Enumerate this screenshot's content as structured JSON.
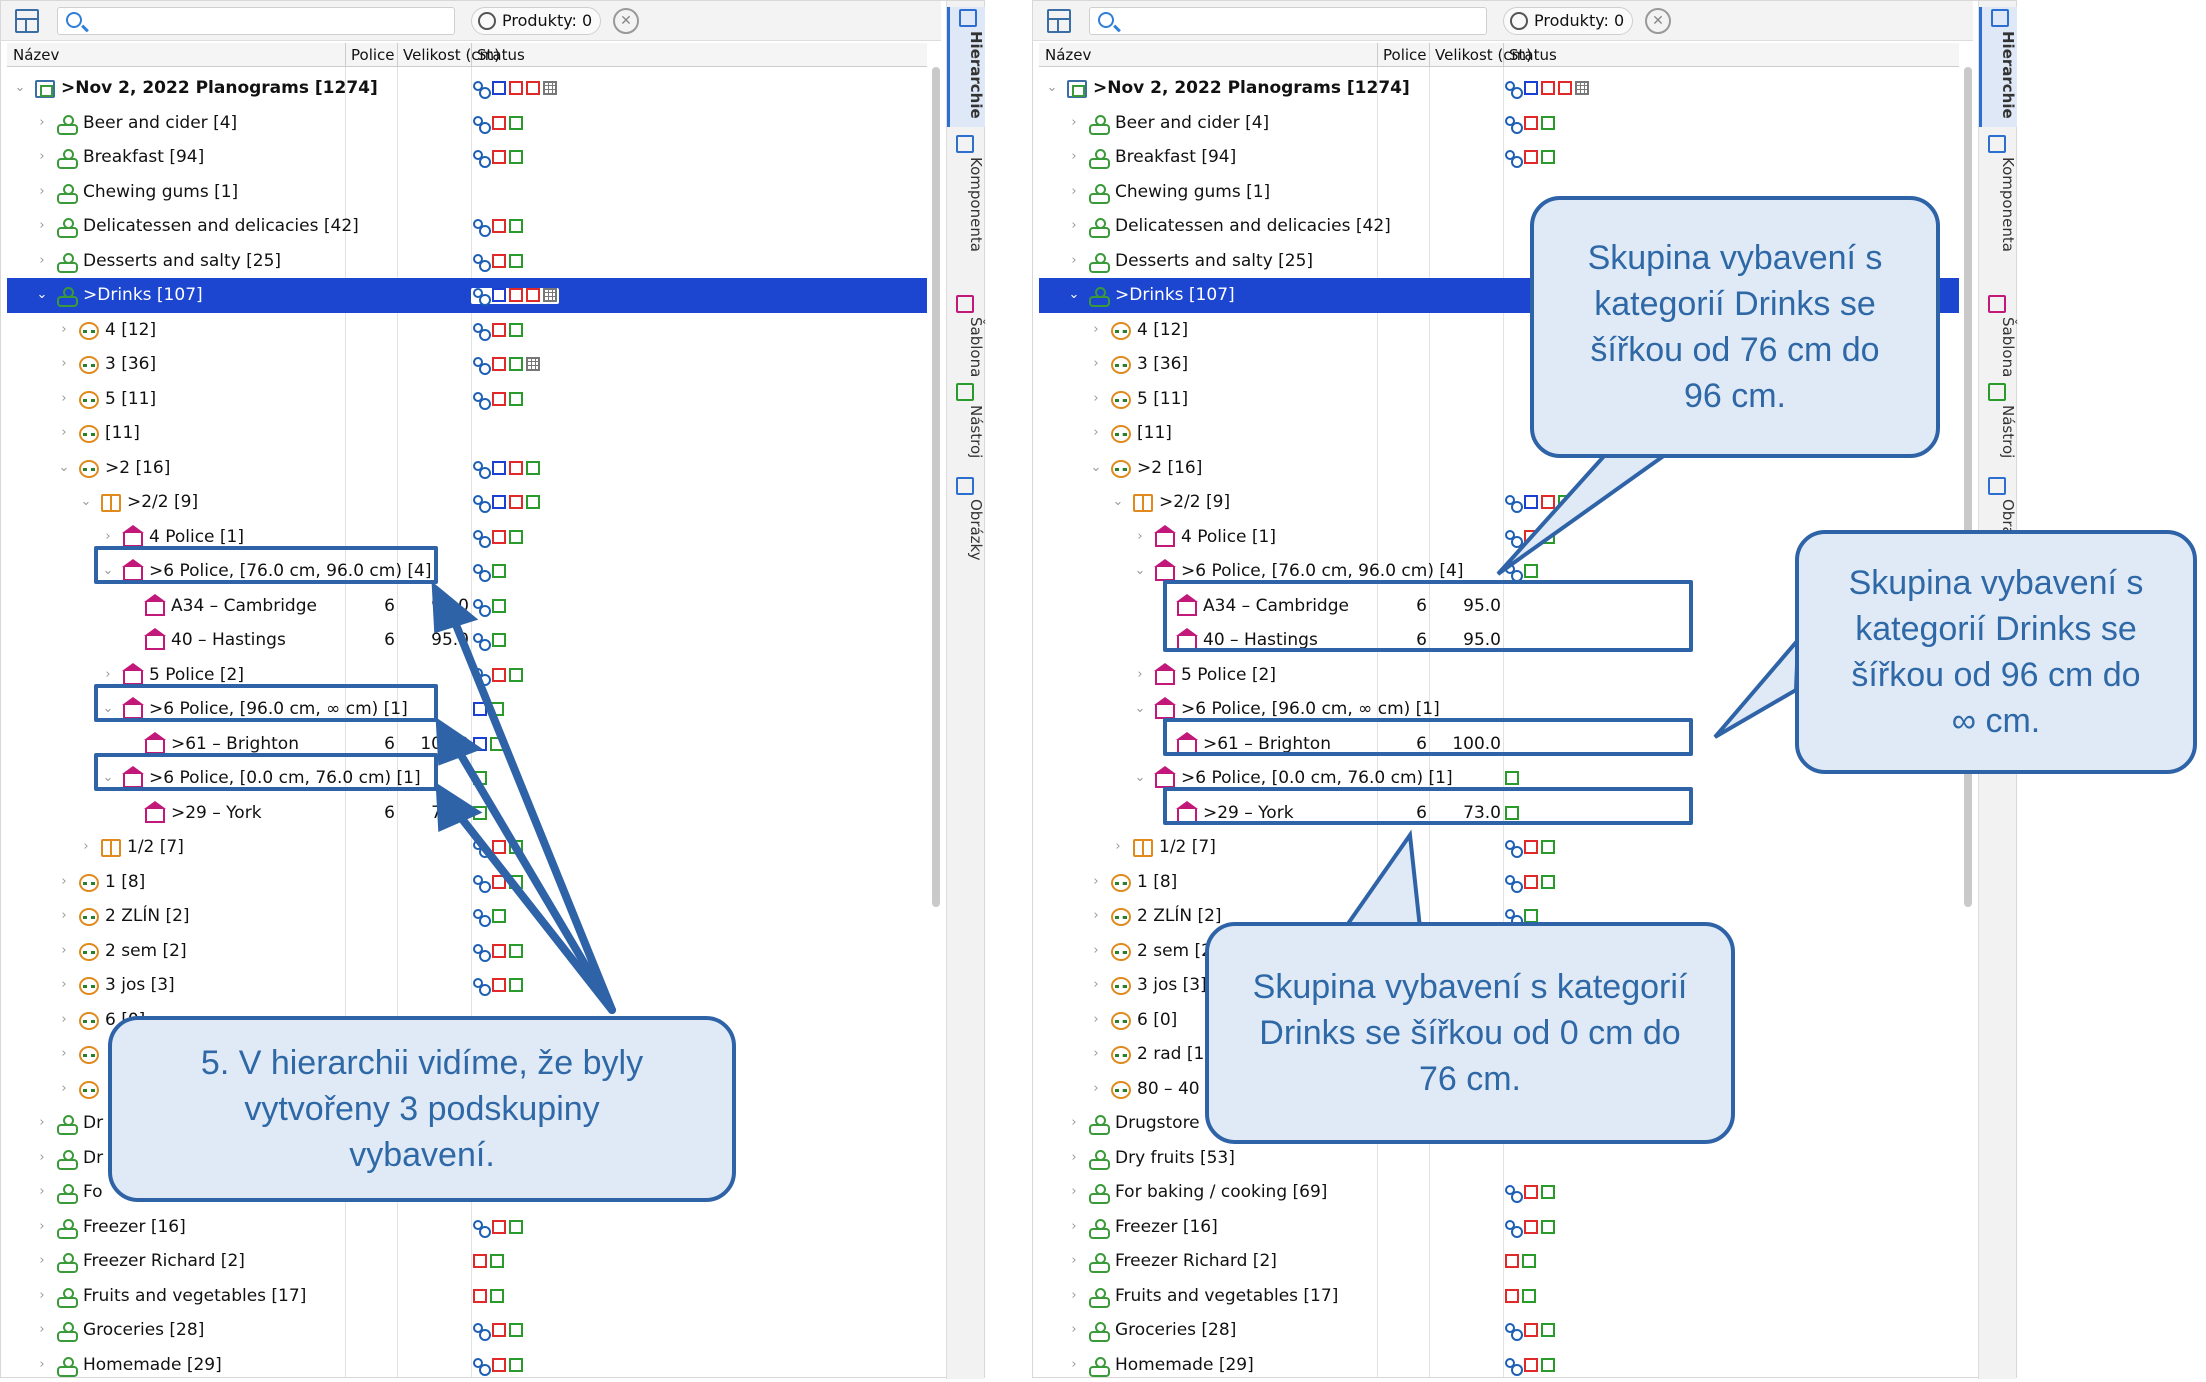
{
  "toolbar": {
    "products_label": "Produkty: 0"
  },
  "columns": {
    "name": "Název",
    "police": "Police",
    "velikost": "Velikost (cm)",
    "status": "Status"
  },
  "sidetabs": [
    "Hierarchie",
    "Komponenta",
    "Šablona",
    "Nástroj",
    "Obrázky"
  ],
  "panel1_rows": [
    {
      "d": 0,
      "exp": "v",
      "icon": "root",
      "label": ">Nov 2, 2022 Planograms [1274]",
      "st": [
        "link",
        "b",
        "r",
        "r",
        "t"
      ],
      "bold": true
    },
    {
      "d": 1,
      "exp": ">",
      "icon": "cat",
      "label": "Beer and cider [4]",
      "st": [
        "link",
        "r",
        "g"
      ]
    },
    {
      "d": 1,
      "exp": ">",
      "icon": "cat",
      "label": "Breakfast [94]",
      "st": [
        "link",
        "r",
        "g"
      ]
    },
    {
      "d": 1,
      "exp": ">",
      "icon": "cat",
      "label": "Chewing gums [1]",
      "st": []
    },
    {
      "d": 1,
      "exp": ">",
      "icon": "cat",
      "label": "Delicatessen and delicacies [42]",
      "st": [
        "link",
        "r",
        "g"
      ]
    },
    {
      "d": 1,
      "exp": ">",
      "icon": "cat",
      "label": "Desserts and salty [25]",
      "st": [
        "link",
        "r",
        "g"
      ]
    },
    {
      "d": 1,
      "exp": "v",
      "icon": "cat",
      "label": ">Drinks [107]",
      "st": [
        "link",
        "b",
        "r",
        "r",
        "t"
      ],
      "sel": true
    },
    {
      "d": 2,
      "exp": ">",
      "icon": "shelf",
      "label": "4 [12]",
      "st": [
        "link",
        "r",
        "g"
      ]
    },
    {
      "d": 2,
      "exp": ">",
      "icon": "shelf",
      "label": "3 [36]",
      "st": [
        "link",
        "r",
        "g",
        "t"
      ]
    },
    {
      "d": 2,
      "exp": ">",
      "icon": "shelf",
      "label": "5 [11]",
      "st": [
        "link",
        "r",
        "g"
      ]
    },
    {
      "d": 2,
      "exp": ">",
      "icon": "shelf",
      "label": " [11]",
      "st": []
    },
    {
      "d": 2,
      "exp": "v",
      "icon": "shelf",
      "label": ">2 [16]",
      "st": [
        "link",
        "b",
        "r",
        "g"
      ]
    },
    {
      "d": 3,
      "exp": "v",
      "icon": "grp",
      "label": ">2/2 [9]",
      "st": [
        "link",
        "b",
        "r",
        "g"
      ]
    },
    {
      "d": 4,
      "exp": ">",
      "icon": "house",
      "label": "4 Police [1]",
      "st": [
        "link",
        "r",
        "g"
      ]
    },
    {
      "d": 4,
      "exp": "v",
      "icon": "house",
      "label": ">6 Police, [76.0 cm, 96.0 cm) [4]",
      "st": [
        "link",
        "g"
      ]
    },
    {
      "d": 5,
      "exp": "",
      "icon": "house",
      "label": "A34 – Cambridge",
      "pol": "6",
      "vel": "95.0",
      "st": [
        "link",
        "g"
      ]
    },
    {
      "d": 5,
      "exp": "",
      "icon": "house",
      "label": "40 – Hastings",
      "pol": "6",
      "vel": "95.0",
      "st": [
        "link",
        "g"
      ]
    },
    {
      "d": 4,
      "exp": ">",
      "icon": "house",
      "label": "5 Police [2]",
      "st": [
        "link",
        "r",
        "g"
      ]
    },
    {
      "d": 4,
      "exp": "v",
      "icon": "house",
      "label": ">6 Police, [96.0 cm, ∞ cm) [1]",
      "st": [
        "b",
        "g"
      ]
    },
    {
      "d": 5,
      "exp": "",
      "icon": "house",
      "label": ">61 – Brighton",
      "pol": "6",
      "vel": "100.0",
      "st": [
        "b",
        "g"
      ]
    },
    {
      "d": 4,
      "exp": "v",
      "icon": "house",
      "label": ">6 Police, [0.0 cm, 76.0 cm) [1]",
      "st": [
        "g"
      ]
    },
    {
      "d": 5,
      "exp": "",
      "icon": "house",
      "label": ">29 – York",
      "pol": "6",
      "vel": "73.0",
      "st": [
        "g"
      ]
    },
    {
      "d": 3,
      "exp": ">",
      "icon": "grp",
      "label": "1/2 [7]",
      "st": [
        "link",
        "r",
        "g"
      ]
    },
    {
      "d": 2,
      "exp": ">",
      "icon": "shelf",
      "label": "1 [8]",
      "st": [
        "link",
        "r",
        "g"
      ]
    },
    {
      "d": 2,
      "exp": ">",
      "icon": "shelf",
      "label": "2 ZLÍN [2]",
      "st": [
        "link",
        "g"
      ]
    },
    {
      "d": 2,
      "exp": ">",
      "icon": "shelf",
      "label": "2 sem [2]",
      "st": [
        "link",
        "r",
        "g"
      ]
    },
    {
      "d": 2,
      "exp": ">",
      "icon": "shelf",
      "label": "3 jos [3]",
      "st": [
        "link",
        "r",
        "g"
      ]
    },
    {
      "d": 2,
      "exp": ">",
      "icon": "shelf",
      "label": "6 [0]",
      "st": []
    },
    {
      "d": 2,
      "exp": ">",
      "icon": "shelf",
      "label": "",
      "st": []
    },
    {
      "d": 2,
      "exp": ">",
      "icon": "shelf",
      "label": "",
      "st": []
    },
    {
      "d": 1,
      "exp": ">",
      "icon": "cat",
      "label": "Dr",
      "st": []
    },
    {
      "d": 1,
      "exp": ">",
      "icon": "cat",
      "label": "Dr",
      "st": []
    },
    {
      "d": 1,
      "exp": ">",
      "icon": "cat",
      "label": "Fo",
      "st": []
    },
    {
      "d": 1,
      "exp": ">",
      "icon": "cat",
      "label": "Freezer [16]",
      "st": [
        "link",
        "r",
        "g"
      ]
    },
    {
      "d": 1,
      "exp": ">",
      "icon": "cat",
      "label": "Freezer Richard [2]",
      "st": [
        "r",
        "g"
      ]
    },
    {
      "d": 1,
      "exp": ">",
      "icon": "cat",
      "label": "Fruits and vegetables [17]",
      "st": [
        "r",
        "g"
      ]
    },
    {
      "d": 1,
      "exp": ">",
      "icon": "cat",
      "label": "Groceries [28]",
      "st": [
        "link",
        "r",
        "g"
      ]
    },
    {
      "d": 1,
      "exp": ">",
      "icon": "cat",
      "label": "Homemade [29]",
      "st": [
        "link",
        "r",
        "g"
      ]
    }
  ],
  "panel2_rows": [
    {
      "d": 0,
      "exp": "v",
      "icon": "root",
      "label": ">Nov 2, 2022 Planograms [1274]",
      "st": [
        "link",
        "b",
        "r",
        "r",
        "t"
      ],
      "bold": true
    },
    {
      "d": 1,
      "exp": ">",
      "icon": "cat",
      "label": "Beer and cider [4]",
      "st": [
        "link",
        "r",
        "g"
      ]
    },
    {
      "d": 1,
      "exp": ">",
      "icon": "cat",
      "label": "Breakfast [94]",
      "st": [
        "link",
        "r",
        "g"
      ]
    },
    {
      "d": 1,
      "exp": ">",
      "icon": "cat",
      "label": "Chewing gums [1]",
      "st": []
    },
    {
      "d": 1,
      "exp": ">",
      "icon": "cat",
      "label": "Delicatessen and delicacies [42]",
      "st": []
    },
    {
      "d": 1,
      "exp": ">",
      "icon": "cat",
      "label": "Desserts and salty [25]",
      "st": []
    },
    {
      "d": 1,
      "exp": "v",
      "icon": "cat",
      "label": ">Drinks [107]",
      "st": [],
      "sel": true
    },
    {
      "d": 2,
      "exp": ">",
      "icon": "shelf",
      "label": "4 [12]",
      "st": []
    },
    {
      "d": 2,
      "exp": ">",
      "icon": "shelf",
      "label": "3 [36]",
      "st": []
    },
    {
      "d": 2,
      "exp": ">",
      "icon": "shelf",
      "label": "5 [11]",
      "st": []
    },
    {
      "d": 2,
      "exp": ">",
      "icon": "shelf",
      "label": " [11]",
      "st": []
    },
    {
      "d": 2,
      "exp": "v",
      "icon": "shelf",
      "label": ">2 [16]",
      "st": []
    },
    {
      "d": 3,
      "exp": "v",
      "icon": "grp",
      "label": ">2/2 [9]",
      "st": [
        "link",
        "b",
        "r",
        "g"
      ]
    },
    {
      "d": 4,
      "exp": ">",
      "icon": "house",
      "label": "4 Police [1]",
      "st": [
        "link",
        "r",
        "g"
      ]
    },
    {
      "d": 4,
      "exp": "v",
      "icon": "house",
      "label": ">6 Police, [76.0 cm, 96.0 cm) [4]",
      "st": [
        "link",
        "g"
      ]
    },
    {
      "d": 5,
      "exp": "",
      "icon": "house",
      "label": "A34 – Cambridge",
      "pol": "6",
      "vel": "95.0",
      "st": []
    },
    {
      "d": 5,
      "exp": "",
      "icon": "house",
      "label": "40 – Hastings",
      "pol": "6",
      "vel": "95.0",
      "st": []
    },
    {
      "d": 4,
      "exp": ">",
      "icon": "house",
      "label": "5 Police [2]",
      "st": []
    },
    {
      "d": 4,
      "exp": "v",
      "icon": "house",
      "label": ">6 Police, [96.0 cm, ∞ cm) [1]",
      "st": []
    },
    {
      "d": 5,
      "exp": "",
      "icon": "house",
      "label": ">61 – Brighton",
      "pol": "6",
      "vel": "100.0",
      "st": []
    },
    {
      "d": 4,
      "exp": "v",
      "icon": "house",
      "label": ">6 Police, [0.0 cm, 76.0 cm) [1]",
      "st": [
        "g"
      ]
    },
    {
      "d": 5,
      "exp": "",
      "icon": "house",
      "label": ">29 – York",
      "pol": "6",
      "vel": "73.0",
      "st": [
        "g"
      ]
    },
    {
      "d": 3,
      "exp": ">",
      "icon": "grp",
      "label": "1/2 [7]",
      "st": [
        "link",
        "r",
        "g"
      ]
    },
    {
      "d": 2,
      "exp": ">",
      "icon": "shelf",
      "label": "1 [8]",
      "st": [
        "link",
        "r",
        "g"
      ]
    },
    {
      "d": 2,
      "exp": ">",
      "icon": "shelf",
      "label": "2 ZLÍN [2]",
      "st": [
        "link",
        "g"
      ]
    },
    {
      "d": 2,
      "exp": ">",
      "icon": "shelf",
      "label": "2 sem [2",
      "st": []
    },
    {
      "d": 2,
      "exp": ">",
      "icon": "shelf",
      "label": "3 jos [3]",
      "st": []
    },
    {
      "d": 2,
      "exp": ">",
      "icon": "shelf",
      "label": "6 [0]",
      "st": []
    },
    {
      "d": 2,
      "exp": ">",
      "icon": "shelf",
      "label": "2 rad [1",
      "st": []
    },
    {
      "d": 2,
      "exp": ">",
      "icon": "shelf",
      "label": "80 – 40",
      "st": []
    },
    {
      "d": 1,
      "exp": ">",
      "icon": "cat",
      "label": "Drugstore",
      "st": []
    },
    {
      "d": 1,
      "exp": ">",
      "icon": "cat",
      "label": "Dry fruits [53]",
      "st": []
    },
    {
      "d": 1,
      "exp": ">",
      "icon": "cat",
      "label": "For baking / cooking [69]",
      "st": [
        "link",
        "r",
        "g"
      ]
    },
    {
      "d": 1,
      "exp": ">",
      "icon": "cat",
      "label": "Freezer [16]",
      "st": [
        "link",
        "r",
        "g"
      ]
    },
    {
      "d": 1,
      "exp": ">",
      "icon": "cat",
      "label": "Freezer Richard [2]",
      "st": [
        "r",
        "g"
      ]
    },
    {
      "d": 1,
      "exp": ">",
      "icon": "cat",
      "label": "Fruits and vegetables [17]",
      "st": [
        "r",
        "g"
      ]
    },
    {
      "d": 1,
      "exp": ">",
      "icon": "cat",
      "label": "Groceries [28]",
      "st": [
        "link",
        "r",
        "g"
      ]
    },
    {
      "d": 1,
      "exp": ">",
      "icon": "cat",
      "label": "Homemade [29]",
      "st": [
        "link",
        "r",
        "g"
      ]
    }
  ],
  "callouts": {
    "c1": "5. V hierarchii vidíme, že byly vytvořeny 3 podskupiny vybavení.",
    "c2": "Skupina vybavení s kategorií Drinks se šířkou od 76 cm do 96 cm.",
    "c3": "Skupina vybavení s kategorií Drinks se šířkou od 96 cm do ∞ cm.",
    "c4": "Skupina vybavení s kategorií Drinks se šířkou od 0 cm do 76 cm."
  },
  "colors": {
    "accent": "#2f63a8",
    "selection": "#1c46cf",
    "callout_bg": "#dfeaf6"
  }
}
